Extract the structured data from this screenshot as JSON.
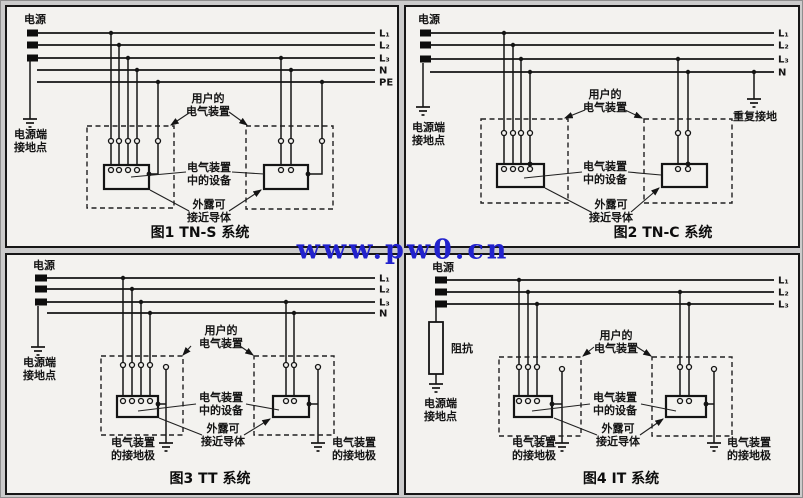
{
  "watermark": {
    "text": "www.pw0.cn"
  },
  "panels": [
    {
      "caption": "图1 TN-S 系统",
      "source": "电源",
      "source_ground": [
        "电源端",
        "接地点"
      ],
      "lines": [
        "L₁",
        "L₂",
        "L₃",
        "N",
        "PE"
      ],
      "user_installation": [
        "用户的",
        "电气装置"
      ],
      "equipment": [
        "电气装置",
        "中的设备"
      ],
      "exposed": [
        "外露可",
        "接近导体"
      ]
    },
    {
      "caption": "图2 TN-C 系统",
      "source": "电源",
      "source_ground": [
        "电源端",
        "接地点"
      ],
      "lines": [
        "L₁",
        "L₂",
        "L₃",
        "N"
      ],
      "repeat_ground": "重复接地",
      "user_installation": [
        "用户的",
        "电气装置"
      ],
      "equipment": [
        "电气装置",
        "中的设备"
      ],
      "exposed": [
        "外露可",
        "接近导体"
      ]
    },
    {
      "caption": "图3 TT 系统",
      "source": "电源",
      "source_ground": [
        "电源端",
        "接地点"
      ],
      "lines": [
        "L₁",
        "L₂",
        "L₃",
        "N"
      ],
      "user_installation": [
        "用户的",
        "电气装置"
      ],
      "equipment": [
        "电气装置",
        "中的设备"
      ],
      "exposed": [
        "外露可",
        "接近导体"
      ],
      "electrode_left": [
        "电气装置",
        "的接地极"
      ],
      "electrode_right": [
        "电气装置",
        "的接地极"
      ]
    },
    {
      "caption": "图4 IT 系统",
      "source": "电源",
      "source_ground": [
        "电源端",
        "接地点"
      ],
      "lines": [
        "L₁",
        "L₂",
        "L₃"
      ],
      "impedance": "阻抗",
      "user_installation": [
        "用户的",
        "电气装置"
      ],
      "equipment": [
        "电气装置",
        "中的设备"
      ],
      "exposed": [
        "外露可",
        "接近导体"
      ],
      "electrode_left": [
        "电气装置",
        "的接地极"
      ],
      "electrode_right": [
        "电气装置",
        "的接地极"
      ]
    }
  ]
}
